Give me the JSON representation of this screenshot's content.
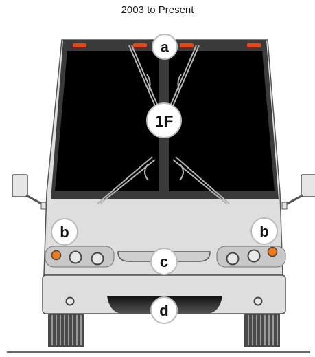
{
  "title": "2003 to Present",
  "callouts": {
    "a": "a",
    "windshield": "1F",
    "left_headlight": "b",
    "right_headlight": "b",
    "grille": "c",
    "bumper": "d"
  },
  "colors": {
    "body": "#dedede",
    "frame": "#3a3a3a",
    "glass": "#000000",
    "marker_light": "#e8451a",
    "turn_signal": "#f07a1a",
    "outline": "#555555"
  }
}
